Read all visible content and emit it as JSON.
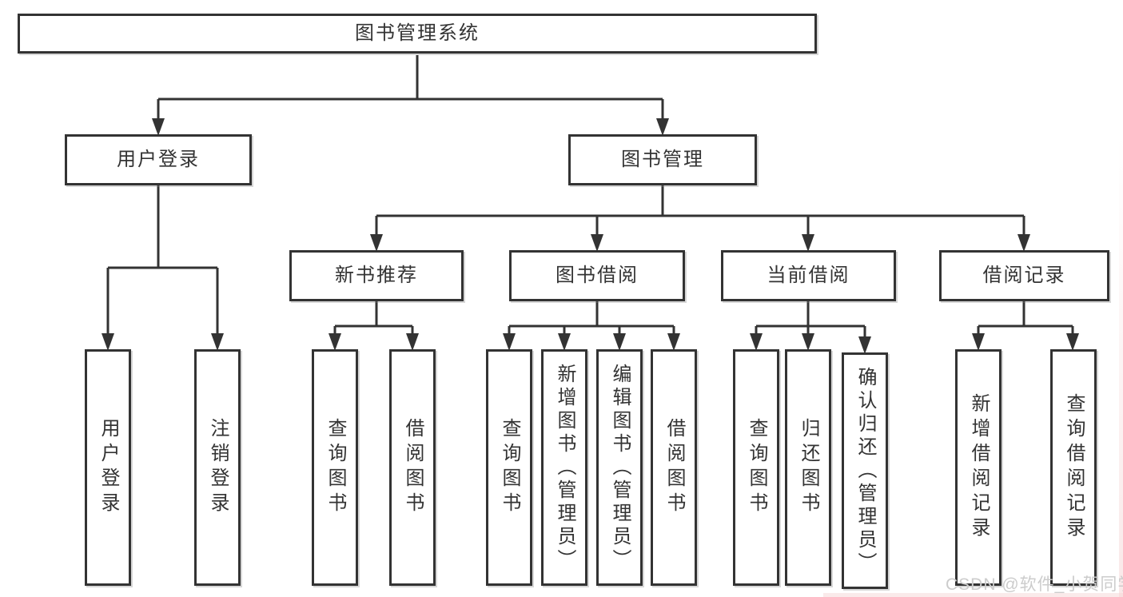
{
  "tree": {
    "root": "图书管理系统",
    "branches": [
      {
        "label": "用户登录",
        "children": [
          "用户登录",
          "注销登录"
        ]
      },
      {
        "label": "图书管理",
        "children": [
          {
            "label": "新书推荐",
            "children": [
              "查询图书",
              "借阅图书"
            ]
          },
          {
            "label": "图书借阅",
            "children": [
              "查询图书",
              "新增图书（管理员）",
              "编辑图书（管理员）",
              "借阅图书"
            ]
          },
          {
            "label": "当前借阅",
            "children": [
              "查询图书",
              "归还图书",
              "确认归还（管理员）"
            ]
          },
          {
            "label": "借阅记录",
            "children": [
              "新增借阅记录",
              "查询借阅记录"
            ]
          }
        ]
      }
    ]
  },
  "watermark": {
    "text": "CSDN @软件_小贺同学"
  },
  "colors": {
    "line": "#333333",
    "box_fill": "#ffffff",
    "text": "#333333",
    "watermark": "#cccccc",
    "edge_tint": "#f5d6d6"
  }
}
